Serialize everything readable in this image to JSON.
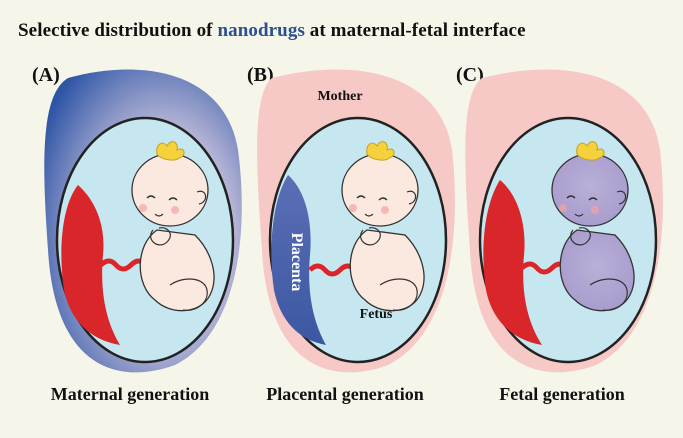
{
  "title": {
    "prefix": "Selective distribution of ",
    "highlight": "nanodrugs",
    "suffix": " at maternal-fetal interface",
    "highlight_color": "#2b4f8f"
  },
  "panels": [
    {
      "label": "(A)",
      "caption": "Maternal generation"
    },
    {
      "label": "(B)",
      "caption": "Placental generation"
    },
    {
      "label": "(C)",
      "caption": "Fetal generation"
    }
  ],
  "annotations": {
    "mother": "Mother",
    "placenta": "Placenta",
    "fetus": "Fetus"
  },
  "colors": {
    "background": "#f5f5e9",
    "maternal_pink": "#f6c9c6",
    "amniotic_blue": "#c6e7ef",
    "nanodrug_blue": "#3d5aa8",
    "placenta_red": "#d8262a",
    "fetus_skin": "#fbe9df",
    "hair": "#f5d23b"
  }
}
